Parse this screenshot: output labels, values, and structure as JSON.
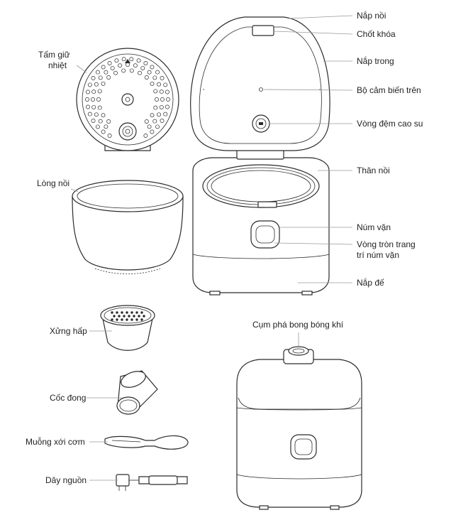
{
  "labels": {
    "tam_giu_nhiet_line1": "Tấm giữ",
    "tam_giu_nhiet_line2": "nhiệt",
    "long_noi": "Lòng nồi",
    "xung_hap": "Xửng hấp",
    "coc_dong": "Cốc đong",
    "muong_xoi_com": "Muỗng xới cơm",
    "day_nguon": "Dây nguồn",
    "nap_noi": "Nắp nồi",
    "chot_khoa": "Chốt khóa",
    "nap_trong": "Nắp trong",
    "bo_cam_bien_tren": "Bộ cảm biến trên",
    "vong_dem_cao_su": "Vòng đệm cao su",
    "than_noi": "Thân nồi",
    "num_van": "Núm vặn",
    "vong_tron_line1": "Vòng tròn trang",
    "vong_tron_line2": "trí núm vặn",
    "nap_de": "Nắp đế",
    "cum_pha_bong": "Cụm phá bong bóng khí"
  }
}
